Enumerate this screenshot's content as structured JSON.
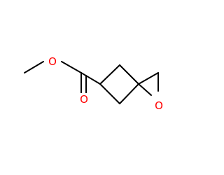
{
  "molecule": {
    "atoms": {
      "carbonyl_oxygen": {
        "symbol": "O",
        "color": "#ff0000"
      },
      "ester_oxygen": {
        "symbol": "O",
        "color": "#ff0000"
      },
      "epoxide_oxygen": {
        "symbol": "O",
        "color": "#ff0000"
      }
    },
    "bond_color": "#000000",
    "background": "#ffffff"
  }
}
